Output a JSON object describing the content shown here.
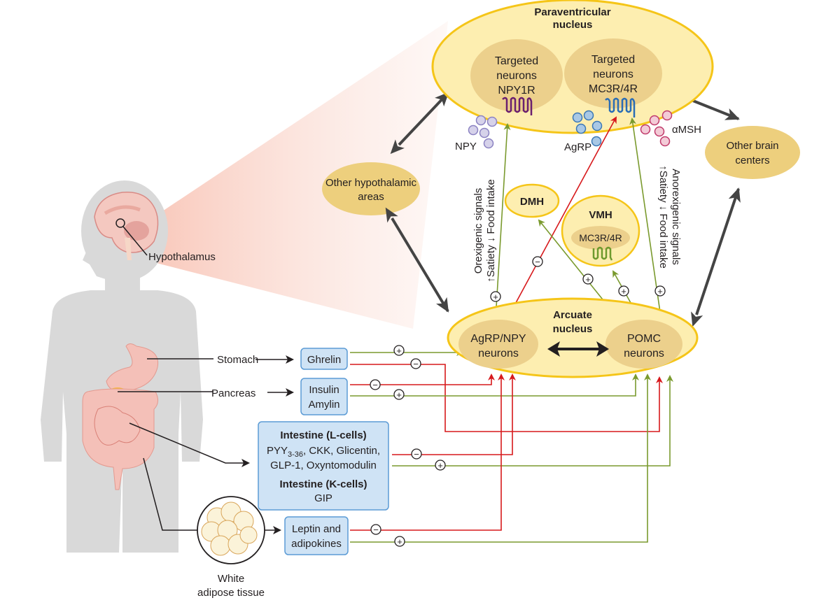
{
  "colors": {
    "nucleus_fill": "#fdeeb0",
    "nucleus_stroke": "#f5c518",
    "inner_fill": "#ecd08c",
    "other_area_fill": "#edcf7d",
    "hormone_box_fill": "#cfe3f5",
    "hormone_box_stroke": "#5b9bd5",
    "stimulatory": "#7a9a2e",
    "inhibitory": "#d7191c",
    "bidirectional": "#444444",
    "body_silhouette": "#d9d9d9",
    "highlight_cone": "#f9c9bd",
    "npy_receptor": "#6a1f6f",
    "mc_receptor": "#2a6db5",
    "vmh_receptor": "#6e9a2e",
    "npy_vesicle": "#b8b2d8",
    "agrp_vesicle": "#8cb4d8",
    "amsh_vesicle": "#e8a9bd"
  },
  "paraventricular": {
    "title_line1": "Paraventricular",
    "title_line2": "nucleus",
    "left_neurons": [
      "Targeted",
      "neurons",
      "NPY1R"
    ],
    "right_neurons": [
      "Targeted",
      "neurons",
      "MC3R/4R"
    ]
  },
  "ligands": {
    "npy": "NPY",
    "agrp": "AgRP",
    "amsh": "αMSH"
  },
  "other_hypothalamic": [
    "Other hypothalamic",
    "areas"
  ],
  "other_brain": [
    "Other brain",
    "centers"
  ],
  "dmh": "DMH",
  "vmh": {
    "title": "VMH",
    "receptor": "MC3R/4R"
  },
  "orexigenic": {
    "line1": "Orexigenic signals",
    "line2": "↑Satiety ↓ Food intake"
  },
  "anorexigenic": {
    "line1": "Anorexigenic signals",
    "line2": "↑Satiety ↓ Food intake"
  },
  "arcuate": {
    "title_line1": "Arcuate",
    "title_line2": "nucleus",
    "left_neurons": [
      "AgRP/NPY",
      "neurons"
    ],
    "right_neurons": [
      "POMC",
      "neurons"
    ]
  },
  "body": {
    "hypothalamus_label": "Hypothalamus",
    "stomach_label": "Stomach",
    "pancreas_label": "Pancreas",
    "adipose_label": [
      "White",
      "adipose tissue"
    ]
  },
  "hormones": {
    "ghrelin": "Ghrelin",
    "insulin": [
      "Insulin",
      "Amylin"
    ],
    "intestine_l_title": "Intestine (L-cells)",
    "intestine_l_line1_main": "PYY",
    "intestine_l_line1_sub": "3-36",
    "intestine_l_line1_rest": ", CKK, Glicentin,",
    "intestine_l_line2": "GLP-1, Oxyntomodulin",
    "intestine_k_title": "Intestine (K-cells)",
    "intestine_k_line": "GIP",
    "leptin": [
      "Leptin and",
      "adipokines"
    ]
  },
  "signs": {
    "plus": "+",
    "minus": "−"
  }
}
